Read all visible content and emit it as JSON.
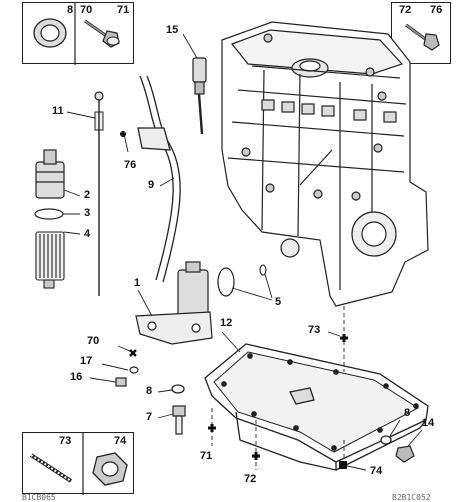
{
  "diagram": {
    "boxes": {
      "top_left": {
        "labels": [
          "8",
          "70",
          "71"
        ]
      },
      "top_right": {
        "labels": [
          "72",
          "76"
        ]
      },
      "bottom_left": {
        "labels": [
          "73",
          "74"
        ]
      }
    },
    "callouts": {
      "c15": "15",
      "c11": "11",
      "c76": "76",
      "c9": "9",
      "c2": "2",
      "c3": "3",
      "c4": "4",
      "c1": "1",
      "c5": "5",
      "c70": "70",
      "c17": "17",
      "c16": "16",
      "c8a": "8",
      "c7": "7",
      "c12": "12",
      "c73": "73",
      "c72": "72",
      "c71": "71",
      "c8b": "8",
      "c14": "14",
      "c74": "74"
    },
    "footer": {
      "left": "B1CB065",
      "right": "B2B1C052"
    }
  }
}
